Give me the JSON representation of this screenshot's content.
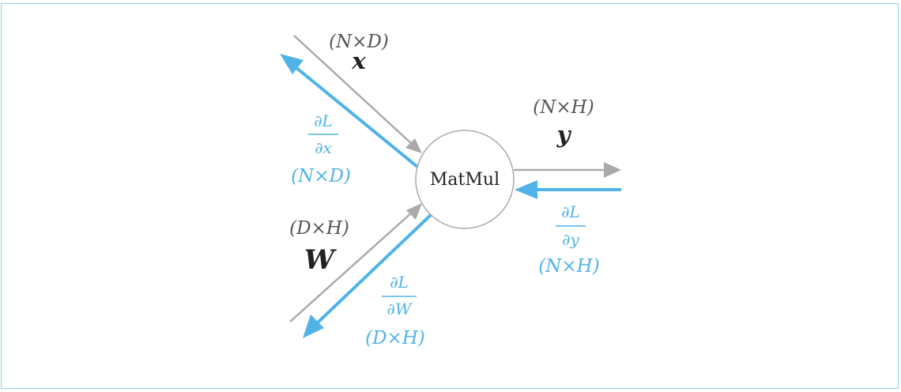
{
  "node": {
    "label": "MatMul"
  },
  "inputs": {
    "x": {
      "symbol": "x",
      "shape": "(N×D)"
    },
    "W": {
      "symbol": "W",
      "shape": "(D×H)"
    }
  },
  "output": {
    "y": {
      "symbol": "y",
      "shape": "(N×H)"
    }
  },
  "gradients": {
    "dx": {
      "numerator": "∂L",
      "denominator": "∂x",
      "shape": "(N×D)"
    },
    "dW": {
      "numerator": "∂L",
      "denominator": "∂W",
      "shape": "(D×H)"
    },
    "dy": {
      "numerator": "∂L",
      "denominator": "∂y",
      "shape": "(N×H)"
    }
  },
  "colors": {
    "forward": "#aaaaaa",
    "backward": "#4fb3e8",
    "text": "#555555",
    "border": "#8fd3e8"
  }
}
